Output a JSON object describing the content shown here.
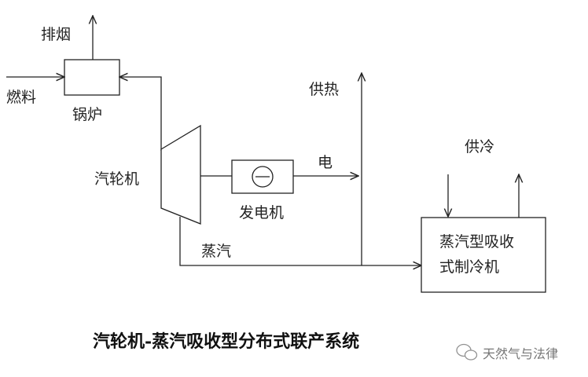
{
  "labels": {
    "exhaust": "排烟",
    "fuel": "燃料",
    "boiler": "锅炉",
    "turbine": "汽轮机",
    "generator": "发电机",
    "electricity": "电",
    "heat_supply": "供热",
    "steam": "蒸汽",
    "cooling_supply": "供冷",
    "chiller_line1": "蒸汽型吸收",
    "chiller_line2": "式制冷机"
  },
  "title": "汽轮机-蒸汽吸收型分布式联产系统",
  "watermark": "天然气与法律",
  "watermark_icon": "wechat-icon"
}
